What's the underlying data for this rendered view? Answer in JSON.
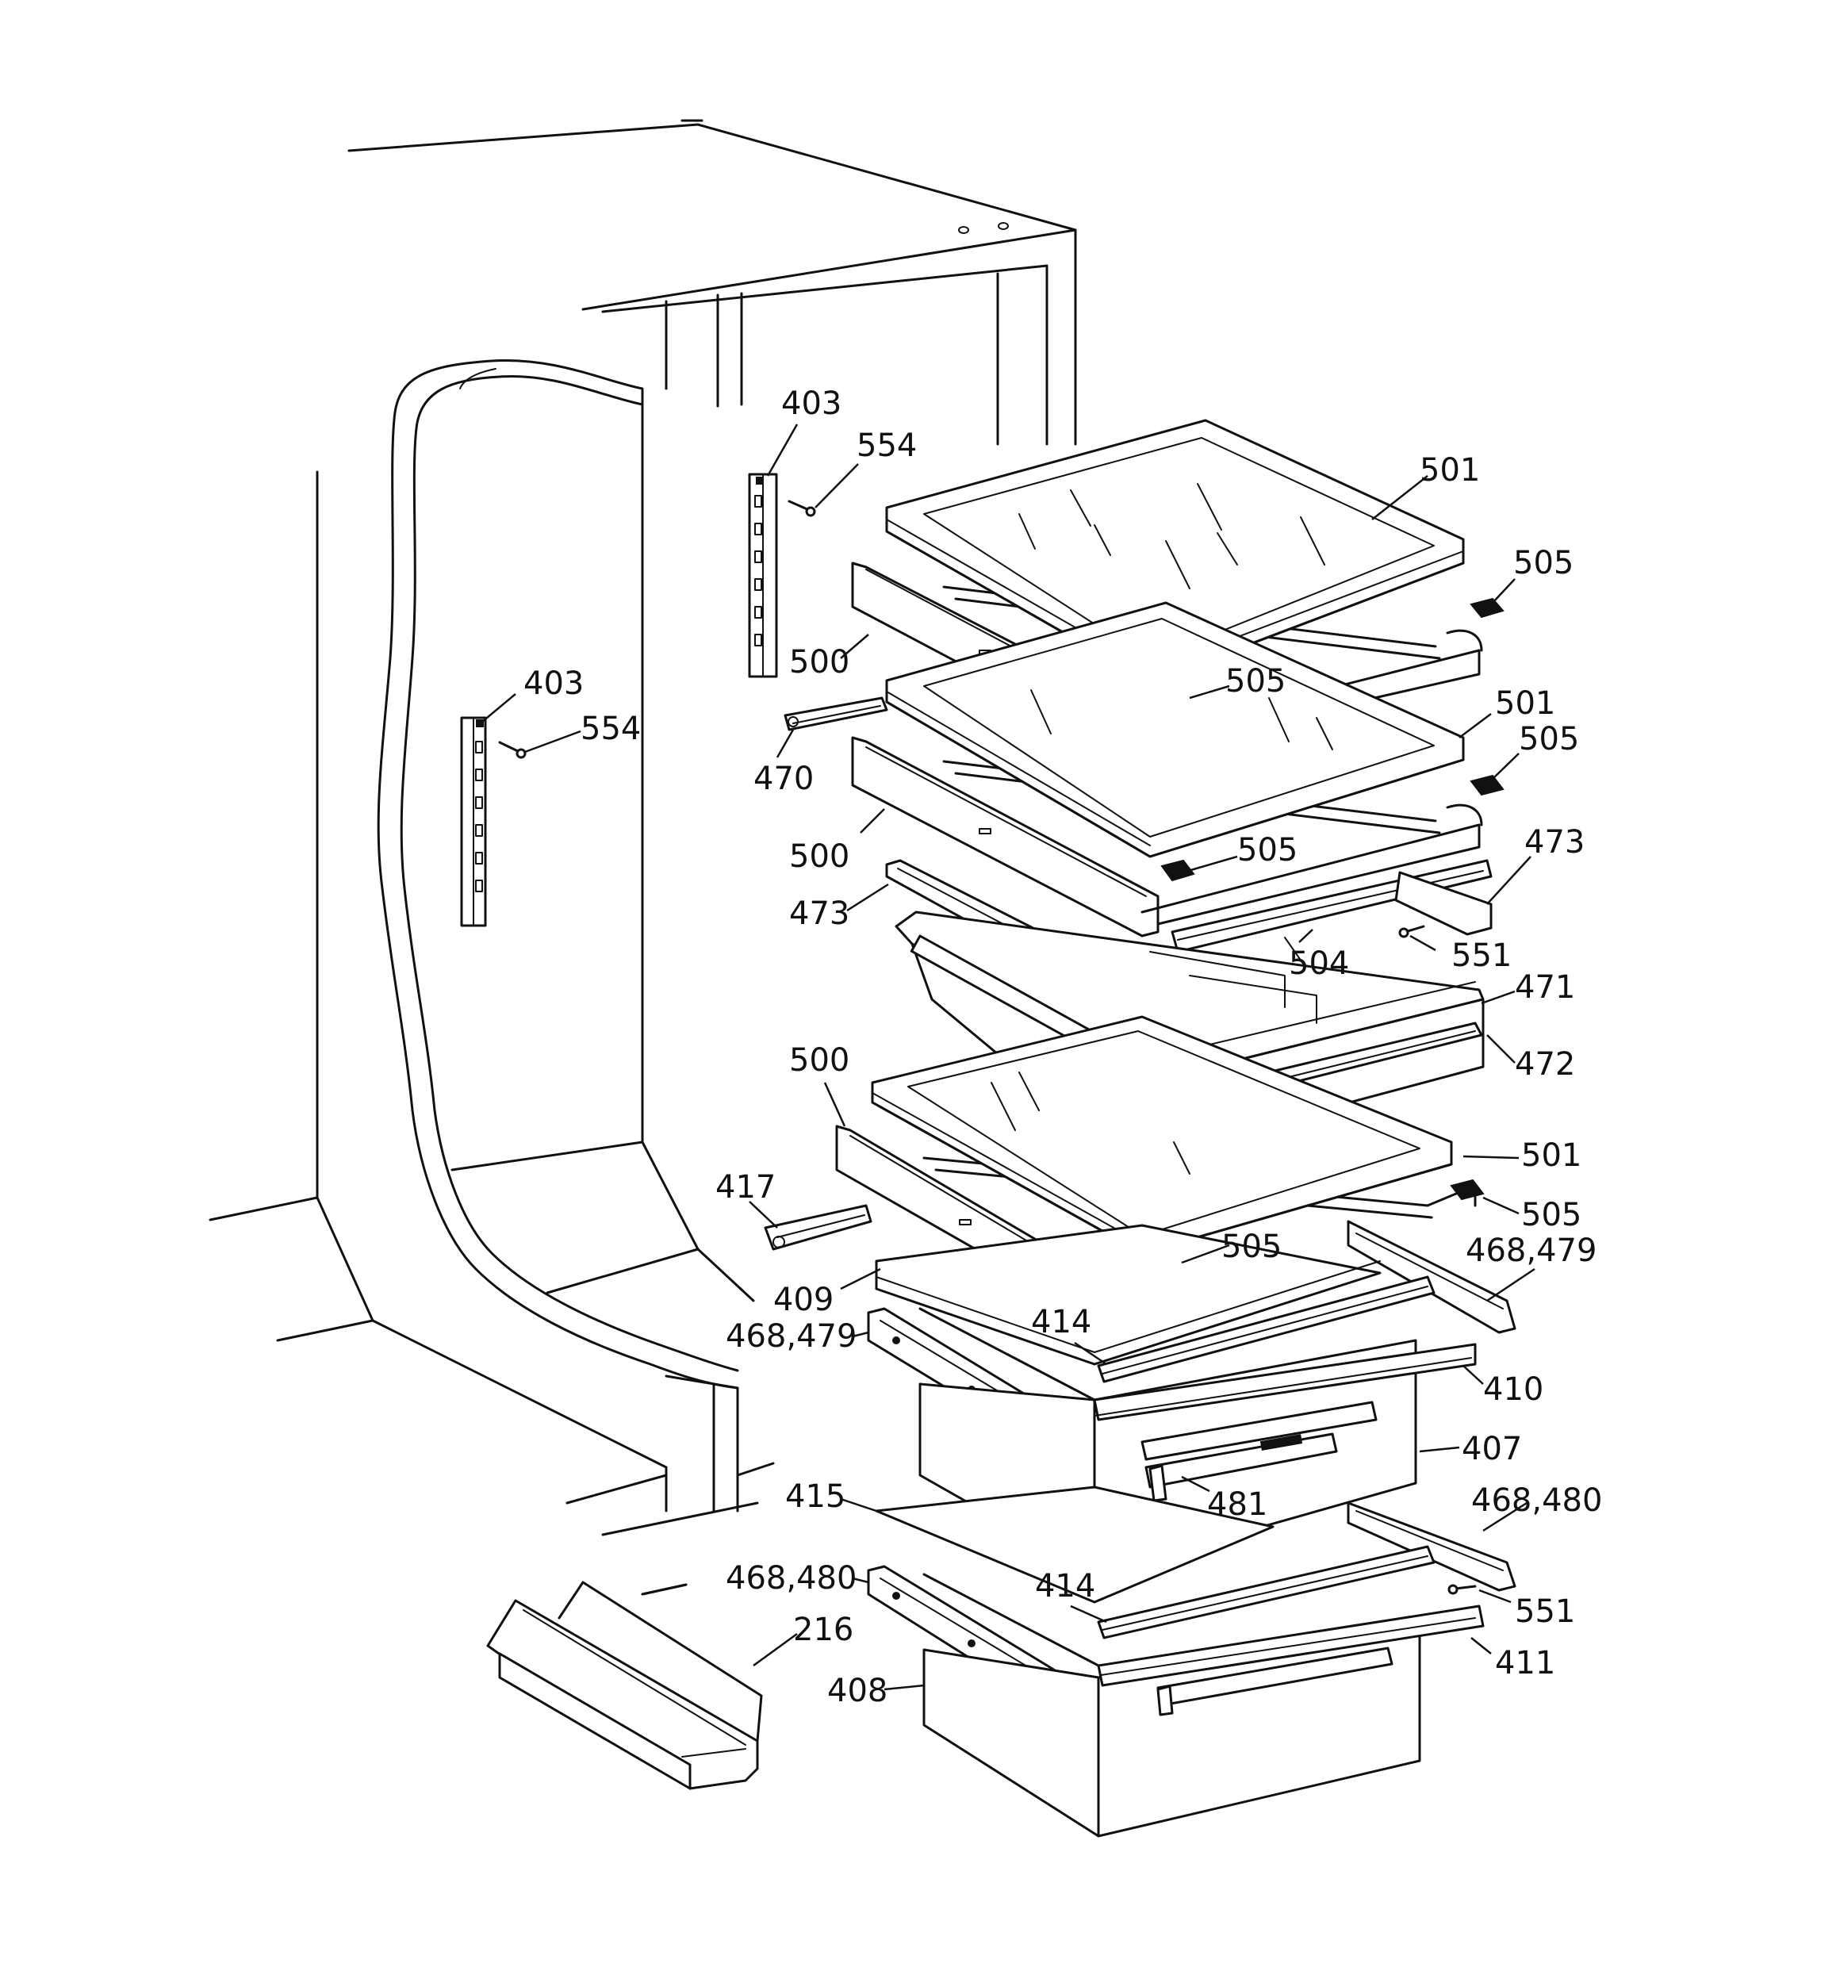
{
  "callouts": {
    "c403a": "403",
    "c554a": "554",
    "c501a": "501",
    "c505a": "505",
    "c500a": "500",
    "c505b": "505",
    "c403b": "403",
    "c554b": "554",
    "c501b": "501",
    "c505c": "505",
    "c470": "470",
    "c500b": "500",
    "c505d": "505",
    "c473a": "473",
    "c473b": "473",
    "c504": "504",
    "c551a": "551",
    "c471": "471",
    "c472": "472",
    "c500c": "500",
    "c501c": "501",
    "c417": "417",
    "c505e": "505",
    "c505f": "505",
    "c468_479a": "468,479",
    "c409": "409",
    "c414a": "414",
    "c468_479b": "468,479",
    "c410": "410",
    "c407": "407",
    "c481": "481",
    "c415": "415",
    "c468_480a": "468,480",
    "c468_480b": "468,480",
    "c414b": "414",
    "c551b": "551",
    "c216": "216",
    "c411": "411",
    "c408": "408"
  }
}
